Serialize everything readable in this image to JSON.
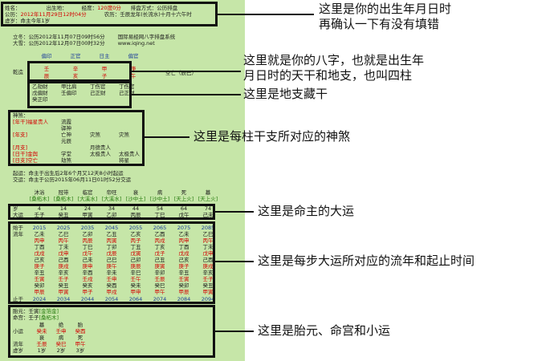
{
  "header": {
    "name_label": "姓名：",
    "birthplace_label": "出生地：",
    "longitude_label": "经度：",
    "longitude_value": "120度0分",
    "method_label": "排盘方式：",
    "method_value": "公历排盘",
    "solar_label": "公历：",
    "solar_value": "2012年11月29日12时04分",
    "lunar_label": "农历：",
    "lunar_value": "壬辰龙年(长流水)十月十六午时",
    "xusui_label": "虚岁：",
    "xusui_value": "命主今年1岁"
  },
  "info": {
    "lichun_label": "立冬：",
    "lichun_value": "公历2012年11月07日09时56分",
    "daxue_label": "大雪：",
    "daxue_value": "公历2012年12月07日00时32分",
    "site": "国际易经网八字排盘系统",
    "url": "www.iqing.net"
  },
  "bazi": {
    "shishen": [
      "偏印",
      "正官",
      "日主",
      "偏官"
    ],
    "label": "乾造",
    "gan": [
      "壬",
      "辛",
      "甲",
      "庚"
    ],
    "zhi": [
      "辰",
      "亥",
      "子",
      "午"
    ],
    "kong": "空亡（辰巳）"
  },
  "canggan": {
    "col1": [
      "乙劫财",
      "戊偏财",
      "癸正印"
    ],
    "col2": [
      "甲比肩",
      "壬偏印",
      ""
    ],
    "col3": [
      "丁伤官",
      "己正财",
      ""
    ],
    "col4": [
      "丁伤官",
      "己正财",
      ""
    ]
  },
  "shensha": {
    "title": "神煞：",
    "rows": [
      [
        "[年干]福星贵人",
        "流霞",
        "",
        ""
      ],
      [
        "",
        "驿神",
        "",
        ""
      ],
      [
        "[年支]",
        "亡神",
        "灾煞",
        "灾煞"
      ],
      [
        "",
        "元辰",
        "",
        ""
      ],
      [
        "[月支]",
        "",
        "月德贵人",
        ""
      ],
      [
        "[日干]金舆",
        "学堂",
        "太极贵人",
        "太极贵人"
      ],
      [
        "[日支]空亡",
        "劫煞",
        "",
        "将星"
      ]
    ]
  },
  "qiyun": {
    "qiyun_label": "起运：",
    "qiyun_value": "命主于出生后2年6个月又12天8小时起运",
    "jiaoyun_label": "交运：",
    "jiaoyun_value": "命主于公历2015年06月11日01时52分交运"
  },
  "changsheng": [
    "沐浴",
    "冠带",
    "临官",
    "帝旺",
    "衰",
    "病",
    "死",
    "墓"
  ],
  "nayin": [
    "[桑柘木]",
    "[桑柘木]",
    "[大溪水]",
    "[大溪水]",
    "[沙中土]",
    "[沙中土]",
    "[天上火]",
    "[天上火]"
  ],
  "dayun": {
    "label": "大运",
    "age_label": "岁",
    "ages": [
      "4",
      "14",
      "24",
      "34",
      "44",
      "54",
      "64",
      "74"
    ],
    "list": [
      "壬子",
      "癸丑",
      "甲寅",
      "乙卯",
      "丙辰",
      "丁巳",
      "戊午",
      "己未"
    ]
  },
  "liunian": {
    "start_label": "始于",
    "label": "流年",
    "end_label": "止于",
    "starts": [
      "2015",
      "2025",
      "2035",
      "2045",
      "2055",
      "2065",
      "2075",
      "2085"
    ],
    "ends": [
      "2024",
      "2034",
      "2044",
      "2054",
      "2064",
      "2074",
      "2084",
      "2094"
    ],
    "columns": [
      [
        "乙未",
        "丙申",
        "丁酉",
        "戊戌",
        "己亥",
        "庚子",
        "辛丑",
        "壬寅",
        "癸卯",
        "甲辰"
      ],
      [
        "乙巳",
        "丙午",
        "丁未",
        "戊申",
        "己酉",
        "庚戌",
        "辛亥",
        "壬子",
        "癸丑",
        "甲寅"
      ],
      [
        "乙卯",
        "丙辰",
        "丁巳",
        "戊午",
        "己未",
        "庚申",
        "辛酉",
        "壬戌",
        "癸亥",
        "甲子"
      ],
      [
        "乙丑",
        "丙寅",
        "丁卯",
        "戊辰",
        "己巳",
        "庚午",
        "辛未",
        "壬申",
        "癸酉",
        "甲戌"
      ],
      [
        "乙亥",
        "丙子",
        "丁丑",
        "戊寅",
        "己卯",
        "庚辰",
        "辛巳",
        "壬午",
        "癸未",
        "甲申"
      ],
      [
        "乙酉",
        "丙戌",
        "丁亥",
        "戊子",
        "己丑",
        "庚寅",
        "辛卯",
        "壬辰",
        "癸巳",
        "甲午"
      ],
      [
        "乙未",
        "丙申",
        "丁酉",
        "戊戌",
        "己亥",
        "庚子",
        "辛丑",
        "壬寅",
        "癸卯",
        "甲辰"
      ],
      [
        "乙巳",
        "丙午",
        "丁未",
        "戊申",
        "己酉",
        "庚戌",
        "辛亥",
        "壬子",
        "癸丑",
        "甲寅"
      ]
    ]
  },
  "taiyuan": {
    "taiyuan_label": "胎元：",
    "taiyuan_value": "壬寅",
    "taiyuan_nayin": "[金箔金]",
    "minggong_label": "命宫：",
    "minggong_value": "壬子",
    "minggong_nayin": "[桑柘木]",
    "cs": [
      "墓",
      "绝",
      "胎"
    ],
    "xiaoyun_label": "小运",
    "xiaoyun": [
      "癸未",
      "壬申",
      "癸酉"
    ],
    "cs2": [
      "衰",
      "病",
      "死"
    ],
    "liunian_label": "流年",
    "liunian": [
      "壬辰",
      "癸巳",
      "甲午"
    ],
    "sui_label": "虚岁",
    "sui": [
      "1岁",
      "2岁",
      "3岁"
    ]
  },
  "annotations": {
    "a1_line1": "这里是你的出生年月日时",
    "a1_line2": "再确认一下有没有填错",
    "a2_line1": "这里就是你的八字，也就是出生年",
    "a2_line2": "月日时的天干和地支，也叫四柱",
    "a3": "这里是地支藏干",
    "a4": "这里是每柱干支所对应的神煞",
    "a5": "这里是命主的大运",
    "a6": "这里是每步大运所对应的流年和起止时间",
    "a7": "这里是胎元、命宫和小运"
  }
}
